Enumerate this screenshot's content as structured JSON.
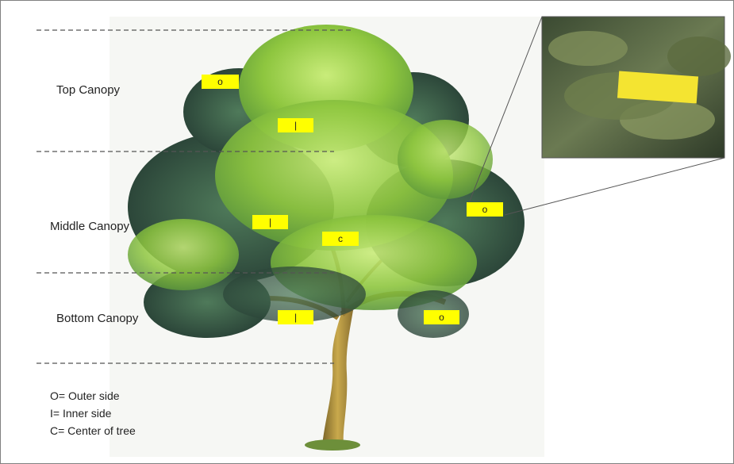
{
  "layers": {
    "top": "Top Canopy",
    "middle": "Middle Canopy",
    "bottom": "Bottom Canopy"
  },
  "markers": {
    "top_outer": "o",
    "top_inner": "|",
    "middle_inner": "|",
    "middle_center": "c",
    "middle_outer": "o",
    "bottom_inner": "|",
    "bottom_outer": "o"
  },
  "legend": {
    "outer": "O= Outer side",
    "inner": "I= Inner side",
    "center": "C= Center of tree"
  },
  "colors": {
    "marker_fill": "#ffff00",
    "divider": "#555555",
    "foliage_light": "#8ec63f",
    "foliage_dark": "#2f4a3a",
    "trunk": "#a88a3c"
  }
}
